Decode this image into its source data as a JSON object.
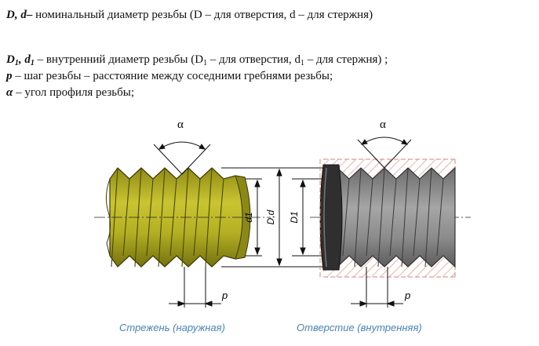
{
  "legend": {
    "line1": {
      "symbol": "D, d",
      "dash": "–",
      "text": " номинальный диаметр резьбы (D – для отверстия, d – для стержня)"
    },
    "line2": {
      "sym1": "D",
      "sub1": "1",
      "sep": ", ",
      "sym2": "d",
      "sub2": "1",
      "text_a": " – внутренний диаметр резьбы (D",
      "text_sub_a": "1",
      "text_b": " – для отверстия, d",
      "text_sub_b": "1",
      "text_c": " – для стержня) ;"
    },
    "line3": {
      "symbol": "p",
      "text": " – шаг резьбы – расстояние между соседними гребнями резьбы;"
    },
    "line4": {
      "symbol": "α",
      "text": " – угол профиля резьбы;"
    }
  },
  "diagram": {
    "alpha_left": "α",
    "alpha_right": "α",
    "d1_label": "d1",
    "Dd_label": "D,d",
    "D1_label": "D1",
    "p_left": "p",
    "p_right": "p",
    "caption_left": "Стрежень (наружная)",
    "caption_right": "Отверстие (внутренняя)"
  },
  "colors": {
    "rod": "#b9b526",
    "rod_dark": "#7f7c10",
    "hole": "#8e8e8e",
    "hole_dark": "#5b5b5b",
    "hatch": "#d9847b",
    "caption": "#4a82b8"
  }
}
